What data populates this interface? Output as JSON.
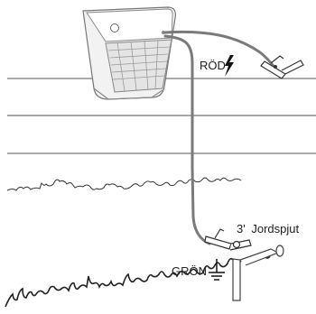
{
  "labels": {
    "red": "RÖD",
    "green": "GRÖN",
    "ground_rod_length": "3'",
    "ground_rod": "Jordspjut"
  },
  "icons": {
    "red_terminal": "lightning-bolt-icon",
    "green_terminal": "ground-symbol-icon"
  },
  "colors": {
    "wire": "#7a7a7a",
    "fence_wire": "#555555",
    "grass": "#333333",
    "panel_cells": "#9a9a9a"
  }
}
